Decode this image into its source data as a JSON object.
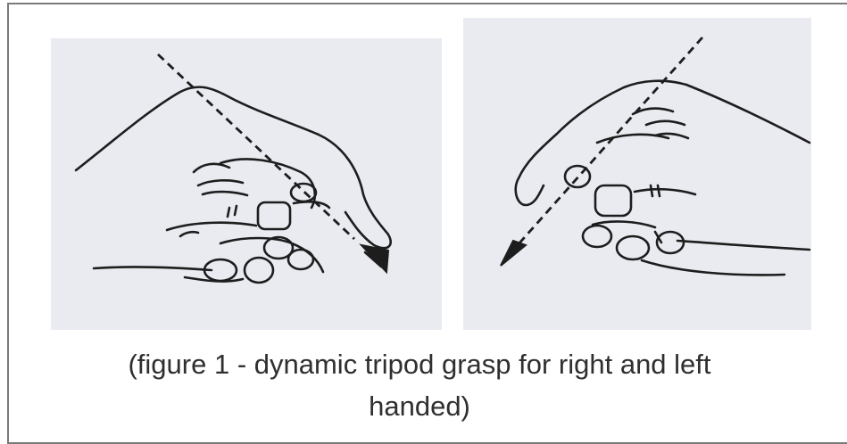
{
  "figure": {
    "caption_line1": "(figure 1 - dynamic tripod grasp for right and left",
    "caption_line2": "handed)",
    "panels": [
      {
        "hand": "right",
        "drawing": "right-hand-tripod-grasp-sketch"
      },
      {
        "hand": "left",
        "drawing": "left-hand-tripod-grasp-sketch"
      }
    ],
    "colors": {
      "ink": "#1d1d1d",
      "paper": "#e9ebf1",
      "border": "#7a7a7a",
      "caption": "#2f2f2f"
    }
  }
}
